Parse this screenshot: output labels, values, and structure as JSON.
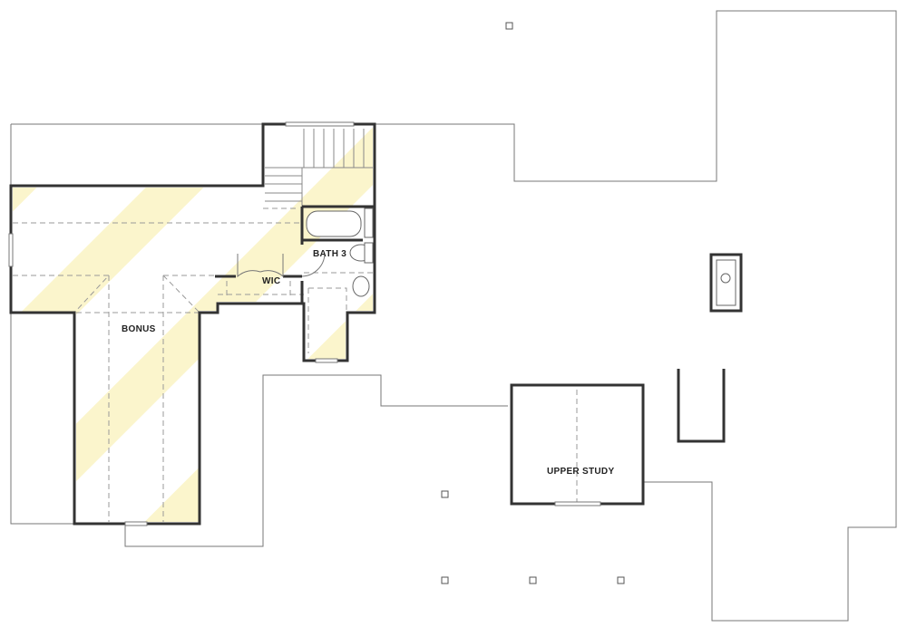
{
  "plan": {
    "rooms": {
      "bonus": "BONUS",
      "wic": "WIC",
      "bath": "BATH 3",
      "study": "UPPER STUDY"
    },
    "colors": {
      "highlight": "#fbf5cc",
      "wall": "#333333",
      "roof_line": "#777777"
    }
  }
}
